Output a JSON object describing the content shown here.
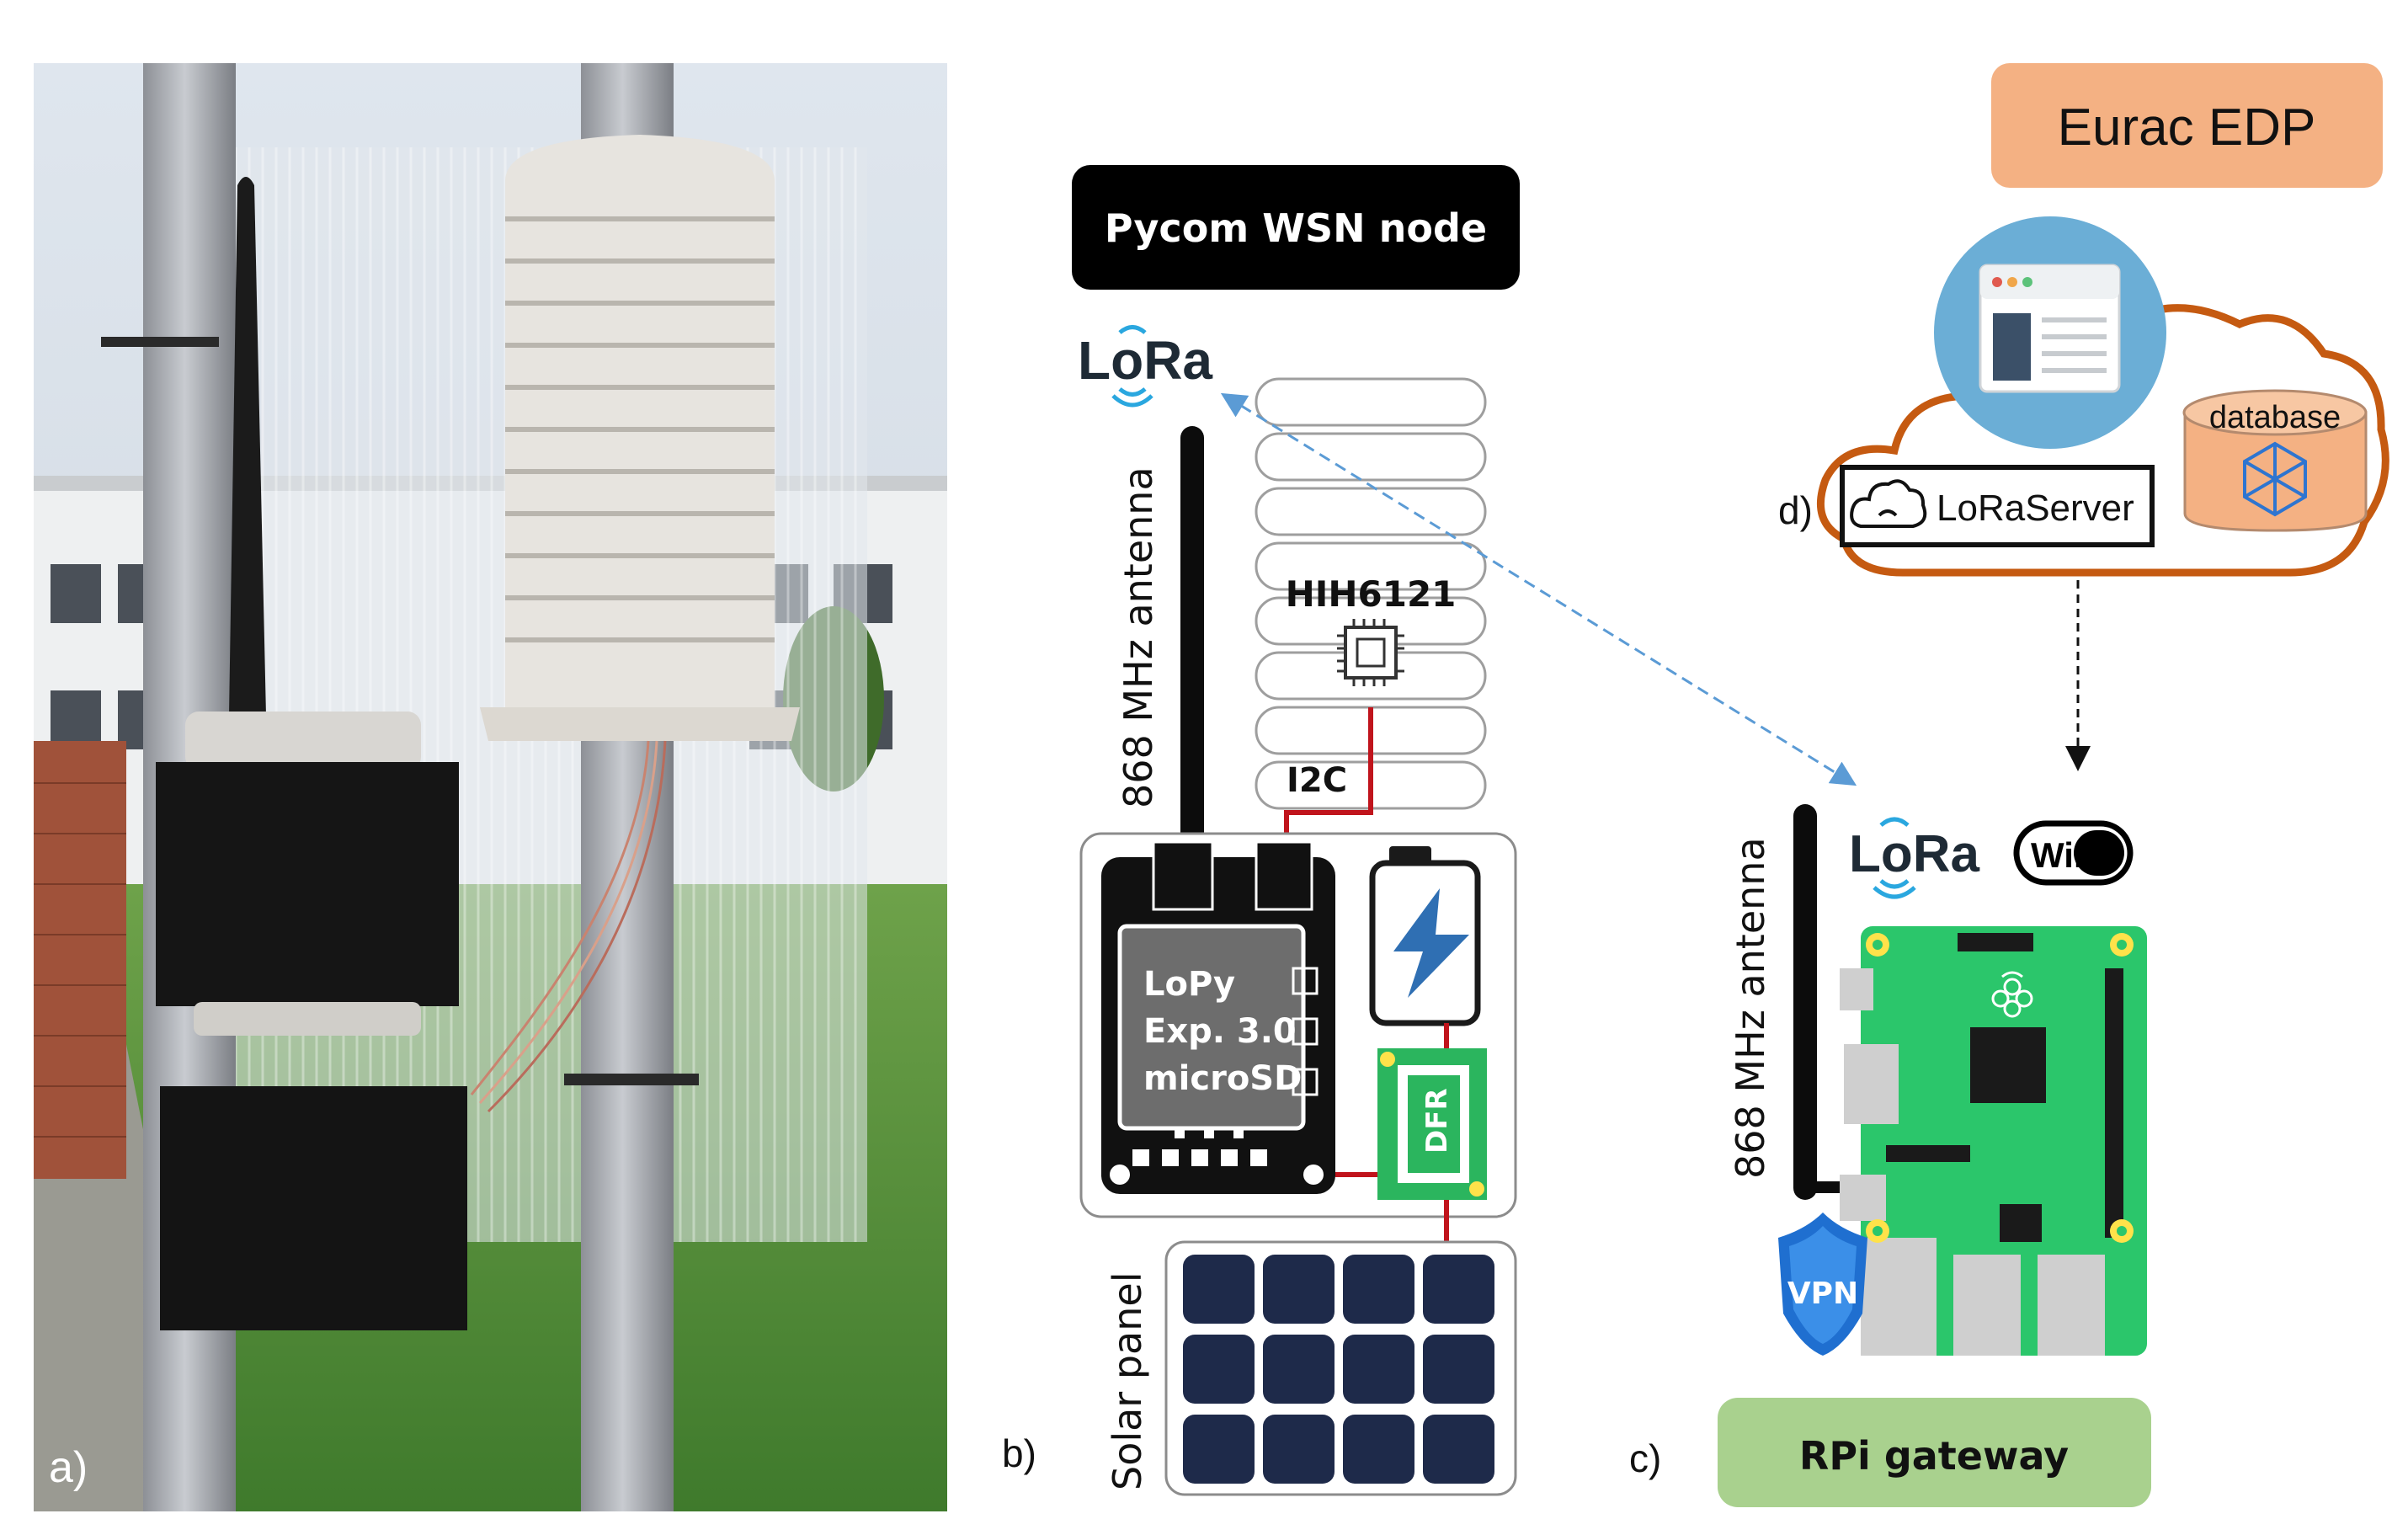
{
  "panel_labels": {
    "a": "a)",
    "b": "b)",
    "c": "c)",
    "d": "d)"
  },
  "node": {
    "title": "Pycom WSN node",
    "lora_logo": "LoRa",
    "antenna_label": "868 MHz antenna",
    "sensor_label": "HIH6121",
    "bus_label": "I2C",
    "board_lines": [
      "LoPy",
      "Exp. 3.0",
      "microSD"
    ],
    "charger_label": "DFR",
    "solar_label": "Solar panel"
  },
  "gateway": {
    "title": "RPi gateway",
    "lora_logo": "LoRa",
    "wifi_logo": "WiFi",
    "antenna_label": "868 MHz antenna",
    "vpn_label": "VPN"
  },
  "cloud": {
    "title": "Eurac EDP",
    "database_label": "database",
    "server_label": "LoRaServer"
  },
  "colors": {
    "wire_red": "#c0141c",
    "title_black": "#000000",
    "gateway_green": "#a9d18e",
    "edp_salmon": "#f4b183",
    "cloud_orange": "#c55a11",
    "globe_blue": "#6baed6",
    "rpi_green": "#2bc66b",
    "lora_blue": "#2aa7df",
    "link_blue": "#5b9bd5"
  },
  "icons": [
    "lora-logo",
    "wifi-logo",
    "vpn-shield-icon",
    "battery-charging-icon",
    "chip-icon",
    "browser-window-icon",
    "database-icon",
    "cloud-icon",
    "raspberry-icon"
  ]
}
